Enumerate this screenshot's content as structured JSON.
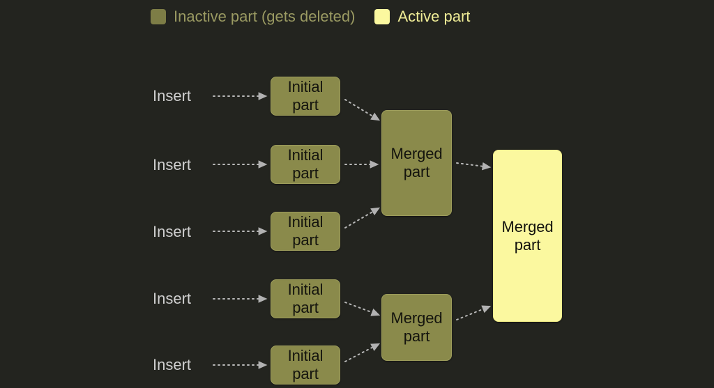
{
  "legend": {
    "inactive": {
      "label": "Inactive part (gets deleted)",
      "color": "#7d7d46",
      "text_color": "#9a9a62",
      "swatch_icon": "square-swatch-icon"
    },
    "active": {
      "label": "Active part",
      "color": "#fbf89f",
      "text_color": "#efec96",
      "swatch_icon": "square-swatch-icon"
    }
  },
  "canvas": {
    "background": "#23241f"
  },
  "inserts": [
    {
      "label": "Insert"
    },
    {
      "label": "Insert"
    },
    {
      "label": "Insert"
    },
    {
      "label": "Insert"
    },
    {
      "label": "Insert"
    }
  ],
  "initial_parts": [
    {
      "label": "Initial\npart",
      "line1": "Initial",
      "line2": "part",
      "state": "inactive"
    },
    {
      "label": "Initial\npart",
      "line1": "Initial",
      "line2": "part",
      "state": "inactive"
    },
    {
      "label": "Initial\npart",
      "line1": "Initial",
      "line2": "part",
      "state": "inactive"
    },
    {
      "label": "Initial\npart",
      "line1": "Initial",
      "line2": "part",
      "state": "inactive"
    },
    {
      "label": "Initial\npart",
      "line1": "Initial",
      "line2": "part",
      "state": "inactive"
    }
  ],
  "merged_parts": [
    {
      "line1": "Merged",
      "line2": "part",
      "state": "inactive",
      "position": "top"
    },
    {
      "line1": "Merged",
      "line2": "part",
      "state": "inactive",
      "position": "bottom"
    },
    {
      "line1": "Merged",
      "line2": "part",
      "state": "active",
      "position": "final"
    }
  ],
  "arrow_style": {
    "stroke": "#b9b9b9",
    "dash": "2 5",
    "head": "triangle-arrowhead-icon"
  }
}
